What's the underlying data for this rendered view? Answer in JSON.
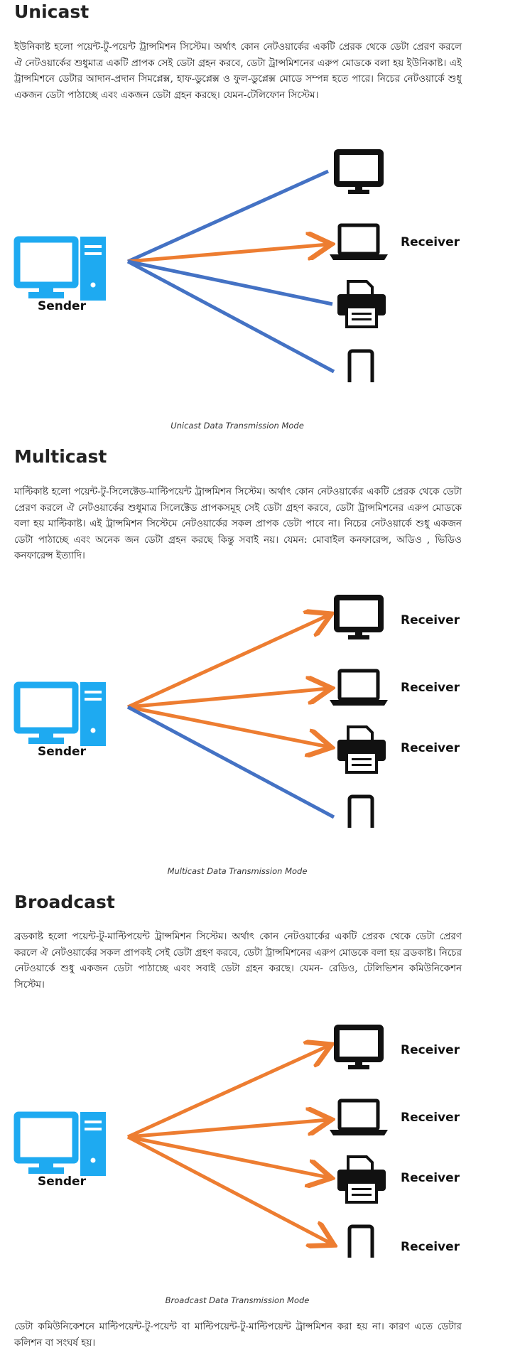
{
  "colors": {
    "sender": "#1eaaf1",
    "blue_line": "#4472c4",
    "orange_arrow": "#ed7d31",
    "device": "#111111"
  },
  "sections": [
    {
      "title": "Unicast",
      "body": "ইউনিকাষ্ট হলো পয়েন্ট-টু-পয়েন্ট ট্রান্সমিশন সিস্টেম। অর্থাৎ কোন নেটওয়ার্কের একটি প্রেরক থেকে ডেটা প্রেরণ করলে ঐ নেটওয়ার্কের শুধুমাত্র একটি প্রাপক সেই ডেটা গ্রহন করবে, ডেটা ট্রান্সমিশনের এরুপ মোডকে বলা হয় ইউনিকাষ্ট। এই ট্রান্সমিশনে ডেটার আদান-প্রদান সিমপ্লেক্স, হাফ-ডুপ্লেক্স ও ফুল-ডুপ্লেক্স মোডে সম্পন্ন হতে পারে। নিচের নেটওয়ার্কে শুধু একজন ডেটা পাঠাচ্ছে এবং একজন ডেটা গ্রহন করছে। যেমন-টেলিফোন সিস্টেম।",
      "sender_label": "Sender",
      "receiver_labels": [
        "",
        "Receiver",
        "",
        ""
      ],
      "caption": "Unicast Data Transmission Mode"
    },
    {
      "title": "Multicast",
      "body": "মাল্টিকাষ্ট হলো পয়েন্ট-টু-সিলেক্টেড-মাল্টিপয়েন্ট ট্রান্সমিশন সিস্টেম। অর্থাৎ কোন নেটওয়ার্কের একটি প্রেরক থেকে ডেটা প্রেরণ করলে ঐ নেটওয়ার্কের শুধুমাত্র সিলেক্টেড প্রাপকসমূহ সেই ডেটা গ্রহণ করবে, ডেটা ট্রান্সমিশনের এরুপ মোডকে বলা হয় মাল্টিকাষ্ট। এই ট্রান্সমিশন সিস্টেমে নেটওয়ার্কের সকল প্রাপক ডেটা পাবে না। নিচের নেটওয়ার্কে শুধু একজন ডেটা পাঠাচ্ছে এবং অনেক জন ডেটা গ্রহন করছে কিন্তু সবাই নয়। যেমন: মোবাইল কনফারেন্স, অডিও , ভিডিও কনফারেন্স ইত্যাদি।",
      "sender_label": "Sender",
      "receiver_labels": [
        "Receiver",
        "Receiver",
        "Receiver",
        ""
      ],
      "caption": "Multicast Data Transmission Mode"
    },
    {
      "title": "Broadcast",
      "body": "ব্রডকাষ্ট হলো পয়েন্ট-টু-মাল্টিপয়েন্ট ট্রান্সমিশন সিস্টেম। অর্থাৎ কোন নেটওয়ার্কের একটি প্রেরক থেকে ডেটা প্রেরণ করলে ঐ নেটওয়ার্কের সকল প্রাপকই সেই ডেটা গ্রহণ করবে, ডেটা ট্রান্সমিশনের এরুপ মোডকে বলা হয় ব্রডকাষ্ট। নিচের নেটওয়ার্কে শুধু একজন ডেটা পাঠাচ্ছে এবং সবাই ডেটা গ্রহন করছে। যেমন- রেডিও, টেলিভিশন কমিউনিকেশন সিস্টেম।",
      "sender_label": "Sender",
      "receiver_labels": [
        "Receiver",
        "Receiver",
        "Receiver",
        "Receiver"
      ],
      "caption": "Broadcast Data Transmission Mode"
    }
  ],
  "footer": "ডেটা কমিউনিকেশনে মাল্টিপয়েন্ট-টু-পয়েন্ট বা মাল্টিপয়েন্ট-টু-মাল্টিপয়েন্ট ট্রান্সমিশন করা হয় না। কারণ এতে ডেটার কলিশন বা সংঘর্ষ হয়।"
}
